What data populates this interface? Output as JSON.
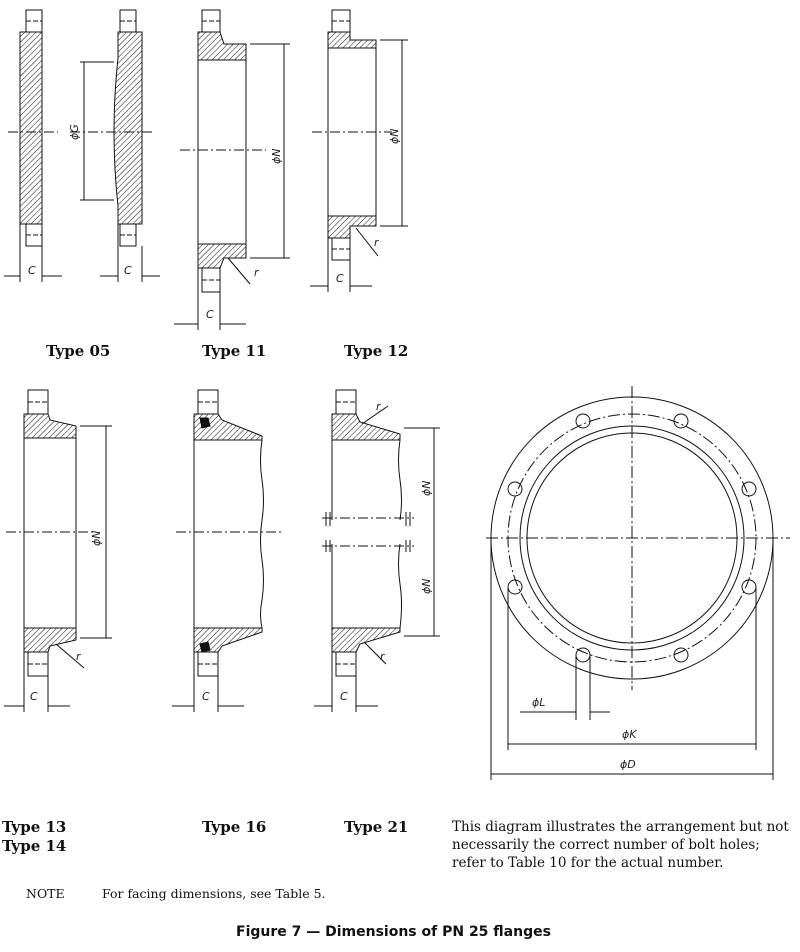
{
  "labels": {
    "C": "C",
    "G": "ϕG",
    "N": "ϕN",
    "r": "r",
    "L": "ϕL",
    "K": "ϕK",
    "D": "ϕD"
  },
  "captions": {
    "type05": "Type 05",
    "type11": "Type 11",
    "type12": "Type 12",
    "type13": "Type 13",
    "type14": "Type 14",
    "type16": "Type 16",
    "type21": "Type 21"
  },
  "description": "This diagram illustrates the arrangement but not\nnecessarily the correct number of bolt holes;\nrefer to Table 10 for the actual number.",
  "note": {
    "label": "NOTE",
    "text": "For facing dimensions, see Table 5."
  },
  "figure_title": "Figure 7 — Dimensions of PN 25 flanges"
}
